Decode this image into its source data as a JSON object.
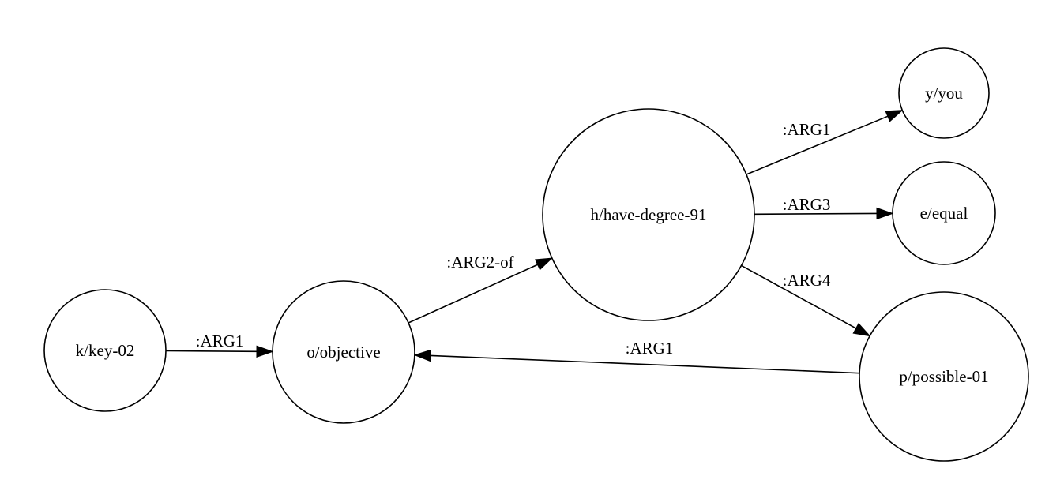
{
  "graph": {
    "nodes": [
      {
        "id": "k",
        "label": "k/key-02"
      },
      {
        "id": "o",
        "label": "o/objective"
      },
      {
        "id": "h",
        "label": "h/have-degree-91"
      },
      {
        "id": "y",
        "label": "y/you"
      },
      {
        "id": "e",
        "label": "e/equal"
      },
      {
        "id": "p",
        "label": "p/possible-01"
      }
    ],
    "edges": [
      {
        "from": "k",
        "to": "o",
        "label": ":ARG1"
      },
      {
        "from": "o",
        "to": "h",
        "label": ":ARG2-of"
      },
      {
        "from": "h",
        "to": "y",
        "label": ":ARG1"
      },
      {
        "from": "h",
        "to": "e",
        "label": ":ARG3"
      },
      {
        "from": "h",
        "to": "p",
        "label": ":ARG4"
      },
      {
        "from": "p",
        "to": "o",
        "label": ":ARG1"
      }
    ]
  }
}
